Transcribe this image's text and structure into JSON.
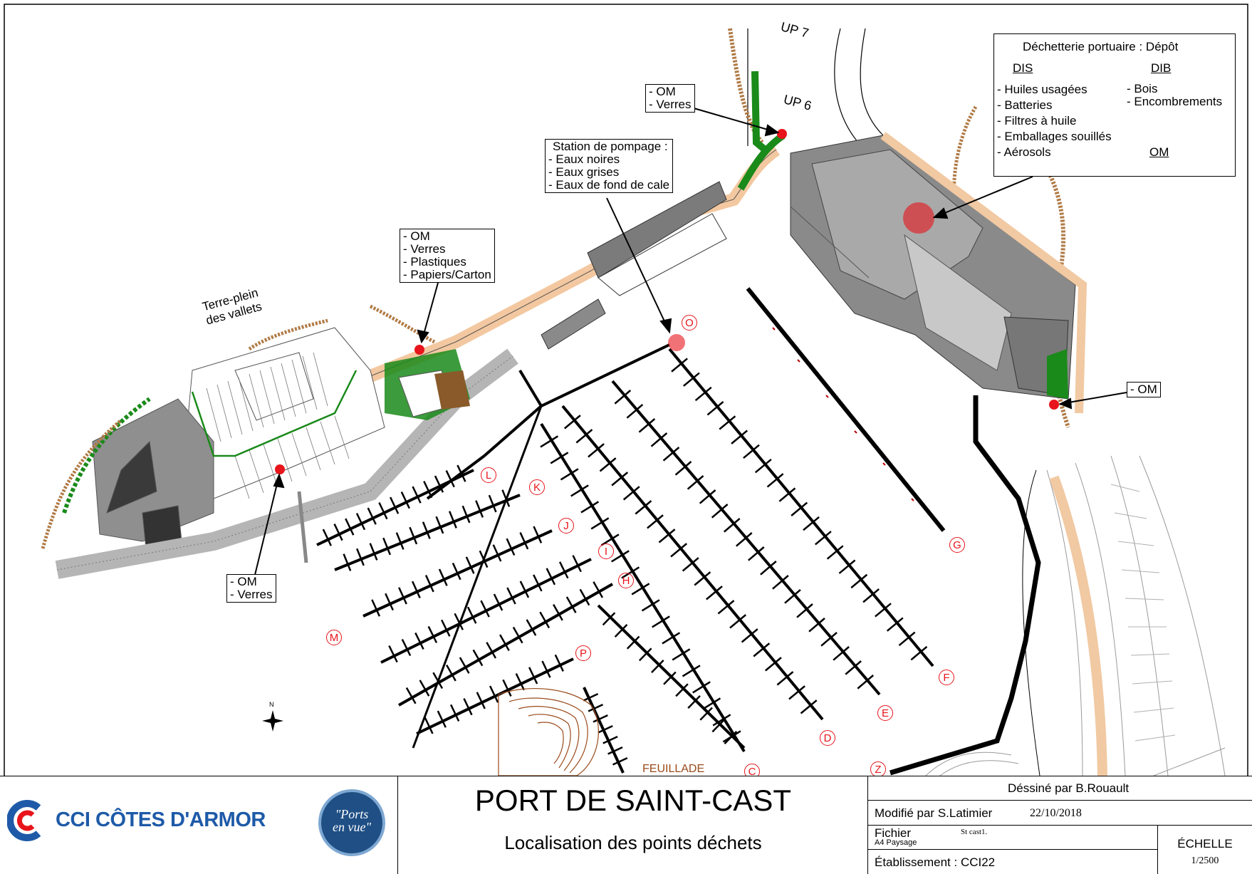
{
  "map": {
    "place_label_terre_plein": "Terre-plein\ndes vallets",
    "place_label_feuillade": "FEUILLADE",
    "up_labels": [
      "UP 7",
      "UP 6"
    ],
    "pier_labels": [
      "O",
      "L",
      "K",
      "J",
      "I",
      "H",
      "M",
      "P",
      "G",
      "F",
      "E",
      "D",
      "C",
      "Z"
    ],
    "callouts": {
      "om_verres_top": [
        "- OM",
        "- Verres"
      ],
      "station_pompage": [
        "Station de pompage :",
        "- Eaux noires",
        "- Eaux grises",
        "- Eaux de fond de cale"
      ],
      "om_multi": [
        "- OM",
        "- Verres",
        "- Plastiques",
        "- Papiers/Carton"
      ],
      "om_verres_bottom": [
        "- OM",
        "- Verres"
      ],
      "om_right": [
        "- OM"
      ]
    },
    "colors": {
      "waste_point": "#e8141b",
      "vegetation": "#1a8a1a",
      "quay": "#f3c8a0",
      "building": "#8a8a8a",
      "pontoon": "#000000"
    }
  },
  "legend": {
    "title": "Déchetterie portuaire : Dépôt",
    "dis_header": "DIS",
    "dib_header": "DIB",
    "dis_items": [
      "- Huiles usagées",
      "- Batteries",
      "- Filtres à huile",
      "- Emballages souillés",
      "- Aérosols"
    ],
    "dib_items": [
      "- Bois",
      "- Encombrements"
    ],
    "om_header": "OM"
  },
  "titleblock": {
    "logo_cci": "CCI CÔTES D'ARMOR",
    "logo_ports": "\"Ports\nen vue\"",
    "title": "PORT DE SAINT-CAST",
    "subtitle": "Localisation des points déchets",
    "drawn_by": "Déssiné par B.Rouault",
    "modified_by": "Modifié par S.Latimier",
    "modified_date": "22/10/2018",
    "file_label": "Fichier",
    "file_format": "A4 Paysage",
    "file_name": "St cast1.",
    "establishment": "Établissement : CCI22",
    "scale_label": "ÉCHELLE",
    "scale_value": "1/2500"
  },
  "north_arrow": "N"
}
